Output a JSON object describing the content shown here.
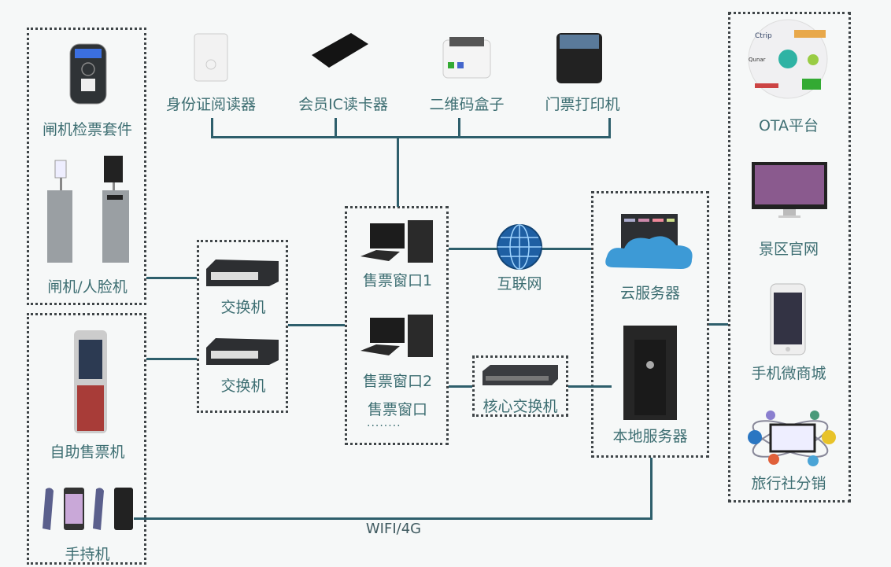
{
  "diagram": {
    "type": "network-topology",
    "left_group_top": {
      "items": [
        {
          "label": "闸机检票套件",
          "icon": "ticket-check-kit-icon"
        },
        {
          "label": "闸机/人脸机",
          "icon": "turnstile-face-recognition-icon"
        }
      ]
    },
    "left_group_bottom": {
      "items": [
        {
          "label": "自助售票机",
          "icon": "self-service-kiosk-icon"
        },
        {
          "label": "手持机",
          "icon": "handheld-terminal-icon"
        }
      ]
    },
    "peripherals": [
      {
        "label": "身份证阅读器",
        "icon": "id-card-reader-icon"
      },
      {
        "label": "会员IC读卡器",
        "icon": "ic-card-reader-icon"
      },
      {
        "label": "二维码盒子",
        "icon": "qr-code-box-icon"
      },
      {
        "label": "门票打印机",
        "icon": "ticket-printer-icon"
      }
    ],
    "switches": [
      {
        "label": "交换机",
        "icon": "switch-icon"
      },
      {
        "label": "交换机",
        "icon": "switch-icon"
      }
    ],
    "ticket_windows": {
      "items": [
        {
          "label": "售票窗口1",
          "icon": "desktop-computer-icon"
        },
        {
          "label": "售票窗口2",
          "icon": "desktop-computer-icon"
        }
      ],
      "group_label": "售票窗口",
      "ellipsis": "........"
    },
    "internet": {
      "label": "互联网",
      "icon": "globe-icon"
    },
    "core_switch": {
      "label": "核心交换机",
      "icon": "core-switch-icon"
    },
    "servers": [
      {
        "label": "云服务器",
        "icon": "cloud-server-icon"
      },
      {
        "label": "本地服务器",
        "icon": "tower-server-icon"
      }
    ],
    "channels": [
      {
        "label": "OTA平台",
        "icon": "ota-platform-icon"
      },
      {
        "label": "景区官网",
        "icon": "website-monitor-icon"
      },
      {
        "label": "手机微商城",
        "icon": "smartphone-icon"
      },
      {
        "label": "旅行社分销",
        "icon": "distribution-network-icon"
      }
    ],
    "wireless_link": {
      "label": "WIFI/4G"
    },
    "colors": {
      "line": "#2e5f6c",
      "label": "#3d6e72",
      "border": "#3f4548",
      "background": "#f6f8f8"
    }
  }
}
